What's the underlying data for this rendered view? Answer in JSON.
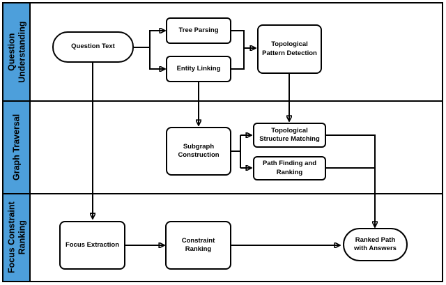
{
  "lanes": [
    {
      "label": "Question Understanding"
    },
    {
      "label": "Graph Traversal"
    },
    {
      "label": "Focus Constraint Ranking"
    }
  ],
  "nodes": {
    "question_text": {
      "label": "Question Text",
      "shape": "stadium"
    },
    "tree_parsing": {
      "label": "Tree Parsing",
      "shape": "rect"
    },
    "entity_linking": {
      "label": "Entity Linking",
      "shape": "rect"
    },
    "topological_pattern_detection": {
      "label": "Topological Pattern Detection",
      "shape": "rect"
    },
    "subgraph_construction": {
      "label": "Subgraph Construction",
      "shape": "rect"
    },
    "topological_structure_matching": {
      "label": "Topological Structure Matching",
      "shape": "rect"
    },
    "path_finding_and_ranking": {
      "label": "Path Finding and Ranking",
      "shape": "rect"
    },
    "focus_extraction": {
      "label": "Focus Extraction",
      "shape": "rect"
    },
    "constraint_ranking": {
      "label": "Constraint Ranking",
      "shape": "rect"
    },
    "ranked_path_with_answers": {
      "label": "Ranked Path with Answers",
      "shape": "stadium"
    }
  },
  "edges": [
    {
      "from": "question_text",
      "to": "tree_parsing"
    },
    {
      "from": "question_text",
      "to": "entity_linking"
    },
    {
      "from": "tree_parsing",
      "to": "topological_pattern_detection"
    },
    {
      "from": "entity_linking",
      "to": "topological_pattern_detection"
    },
    {
      "from": "entity_linking",
      "to": "subgraph_construction"
    },
    {
      "from": "topological_pattern_detection",
      "to": "topological_structure_matching"
    },
    {
      "from": "subgraph_construction",
      "to": "topological_structure_matching"
    },
    {
      "from": "subgraph_construction",
      "to": "path_finding_and_ranking"
    },
    {
      "from": "question_text",
      "to": "focus_extraction"
    },
    {
      "from": "focus_extraction",
      "to": "constraint_ranking"
    },
    {
      "from": "constraint_ranking",
      "to": "ranked_path_with_answers"
    },
    {
      "from": "topological_structure_matching",
      "to": "ranked_path_with_answers"
    },
    {
      "from": "path_finding_and_ranking",
      "to": "ranked_path_with_answers"
    }
  ],
  "colors": {
    "lane_fill": "#4D9FDB",
    "stroke": "#000000",
    "node_fill": "#FFFFFF",
    "background": "#FFFFFF"
  }
}
